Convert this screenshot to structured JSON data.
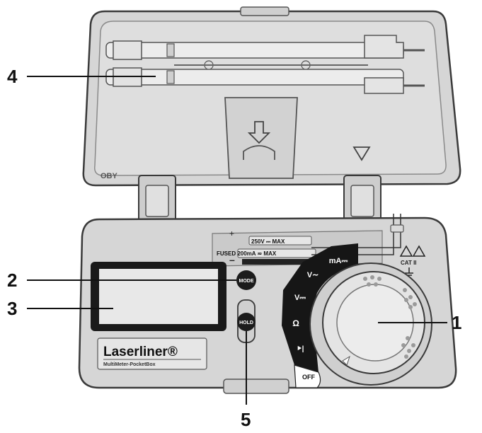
{
  "callouts": {
    "c1": "1",
    "c2": "2",
    "c3": "3",
    "c4": "4",
    "c5": "5"
  },
  "lid": {
    "hinge_text": "OBY"
  },
  "panel": {
    "plus_sign": "+",
    "minus_sign": "–",
    "voltage_rating": "250V ⎓ MAX",
    "fuse_rating": "FUSED 200mA ≂ MAX",
    "cat_label": "CAT II"
  },
  "buttons": {
    "mode_label": "MODE",
    "hold_label": "HOLD"
  },
  "dial": {
    "ma": "mA⎓",
    "v_ac": "V∼",
    "v_dc": "V⎓",
    "ohm": "Ω",
    "diode": "⯈|",
    "off": "OFF"
  },
  "brand": {
    "name": "Laserliner®",
    "product": "MultiMeter-PocketBox"
  },
  "colors": {
    "case": "#d4d4d4",
    "case_dark": "#a8a8a8",
    "outline": "#3a3a3a",
    "dial_band": "#161616",
    "display": "#e8e8e8"
  }
}
